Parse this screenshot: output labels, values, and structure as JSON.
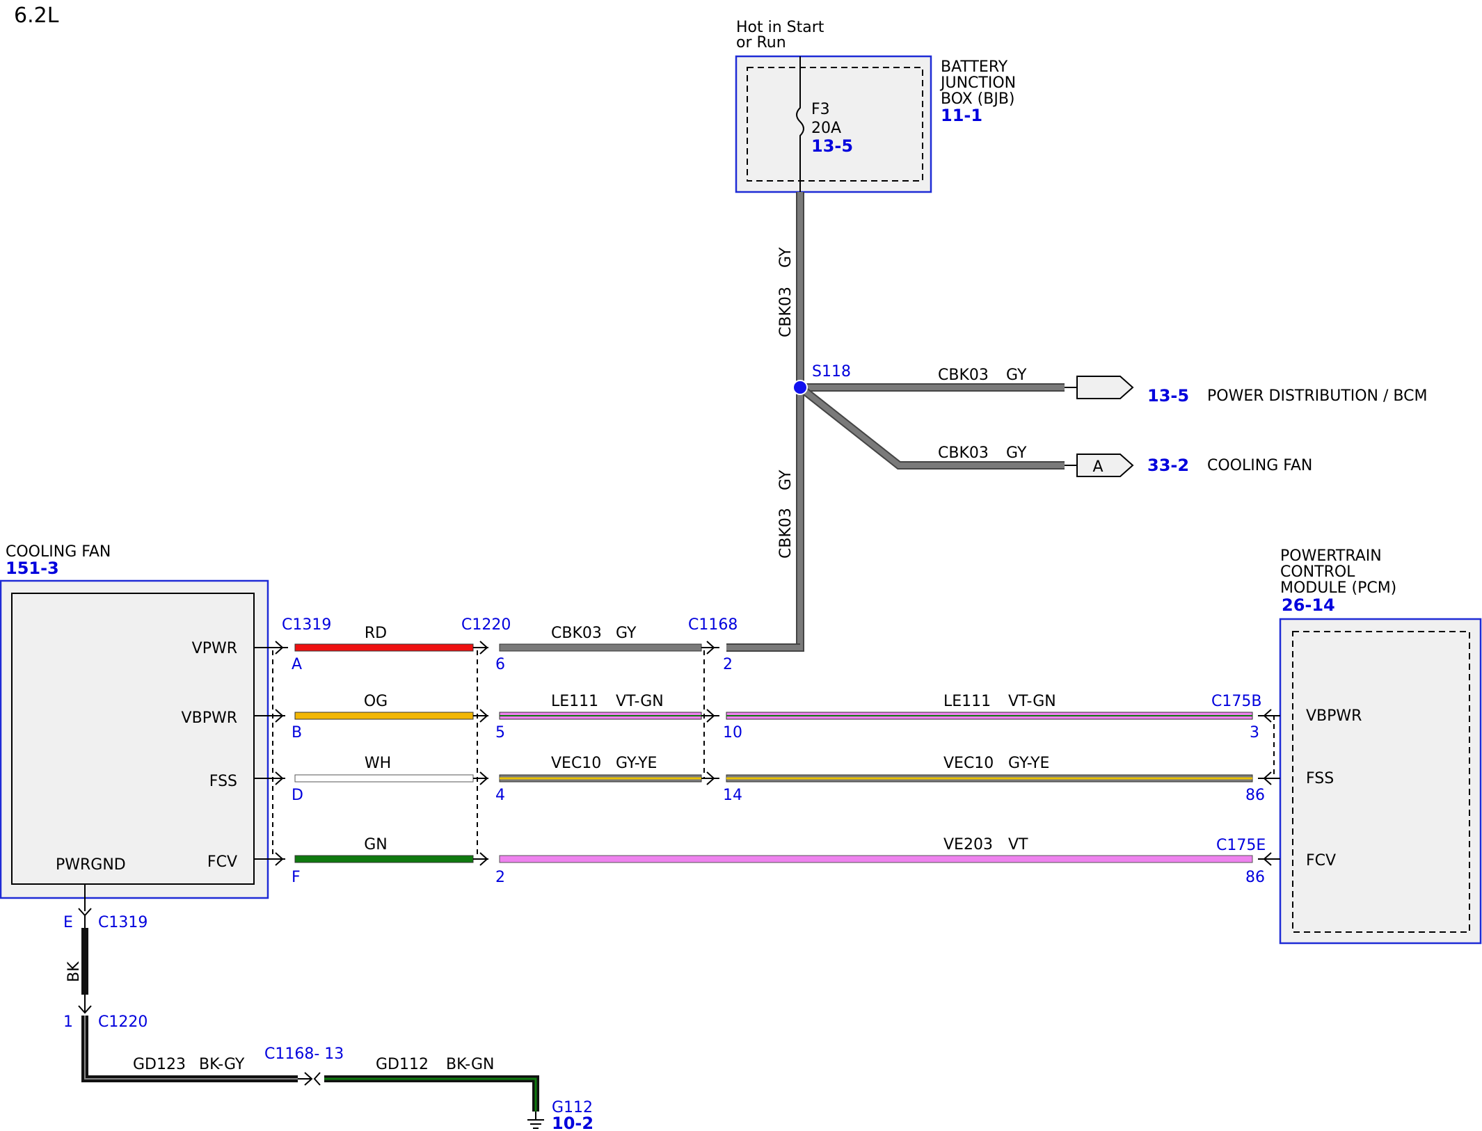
{
  "title": "6.2L",
  "bjb": {
    "supply": "Hot in Start or Run",
    "supply_l1": "Hot in Start",
    "supply_l2": "or Run",
    "name_l1": "BATTERY",
    "name_l2": "JUNCTION",
    "name_l3": "BOX (BJB)",
    "ref": "11-1",
    "fuse": "F3",
    "amps": "20A",
    "fuse_ref": "13-5"
  },
  "splice": {
    "id": "S118"
  },
  "offpage": [
    {
      "circuit": "CBK03",
      "color": "GY",
      "ref": "13-5",
      "label": "POWER DISTRIBUTION / BCM",
      "tag": ""
    },
    {
      "circuit": "CBK03",
      "color": "GY",
      "ref": "33-2",
      "label": "COOLING FAN",
      "tag": "A"
    }
  ],
  "vertical_wire": {
    "circuit": "CBK03",
    "color": "GY"
  },
  "fan": {
    "name": "COOLING FAN",
    "ref": "151-3",
    "pins": [
      "VPWR",
      "VBPWR",
      "FSS",
      "FCV"
    ],
    "gnd": "PWRGND"
  },
  "pcm": {
    "name_l1": "POWERTRAIN",
    "name_l2": "CONTROL",
    "name_l3": "MODULE (PCM)",
    "ref": "26-14",
    "pins": [
      "VBPWR",
      "FSS",
      "FCV"
    ]
  },
  "connectors": {
    "c1319": "C1319",
    "c1220": "C1220",
    "c1168": "C1168",
    "c175b": "C175B",
    "c175e": "C175E"
  },
  "rows": [
    {
      "pin_a": "A",
      "w1": "RD",
      "pin_b": "6",
      "c2": "CBK03",
      "col2": "GY",
      "pin_c": "2",
      "c3": "",
      "col3": "",
      "pin_d": ""
    },
    {
      "pin_a": "B",
      "w1": "OG",
      "pin_b": "5",
      "c2": "LE111",
      "col2": "VT-GN",
      "pin_c": "10",
      "c3": "LE111",
      "col3": "VT-GN",
      "pin_d": "3"
    },
    {
      "pin_a": "D",
      "w1": "WH",
      "pin_b": "4",
      "c2": "VEC10",
      "col2": "GY-YE",
      "pin_c": "14",
      "c3": "VEC10",
      "col3": "GY-YE",
      "pin_d": "86"
    },
    {
      "pin_a": "F",
      "w1": "GN",
      "pin_b": "2",
      "c2": "",
      "col2": "",
      "pin_c": "",
      "c3": "VE203",
      "col3": "VT",
      "pin_d": "86"
    }
  ],
  "ground": {
    "pin_e": "E",
    "c1319": "C1319",
    "bk": "BK",
    "pin_1": "1",
    "c1220": "C1220",
    "c1": "GD123",
    "col1": "BK-GY",
    "c1168": "C1168- 13",
    "c2": "GD112",
    "col2": "BK-GN",
    "g": "G112",
    "gref": "10-2"
  },
  "colors": {
    "RD": "#ee1111",
    "OG": "#f2b705",
    "WH": "#ffffff",
    "GN": "#0f7a0f",
    "GY": "#7a7a7a",
    "VT": "#ee82ee",
    "BK": "#111111",
    "blue": "#0000dd"
  }
}
